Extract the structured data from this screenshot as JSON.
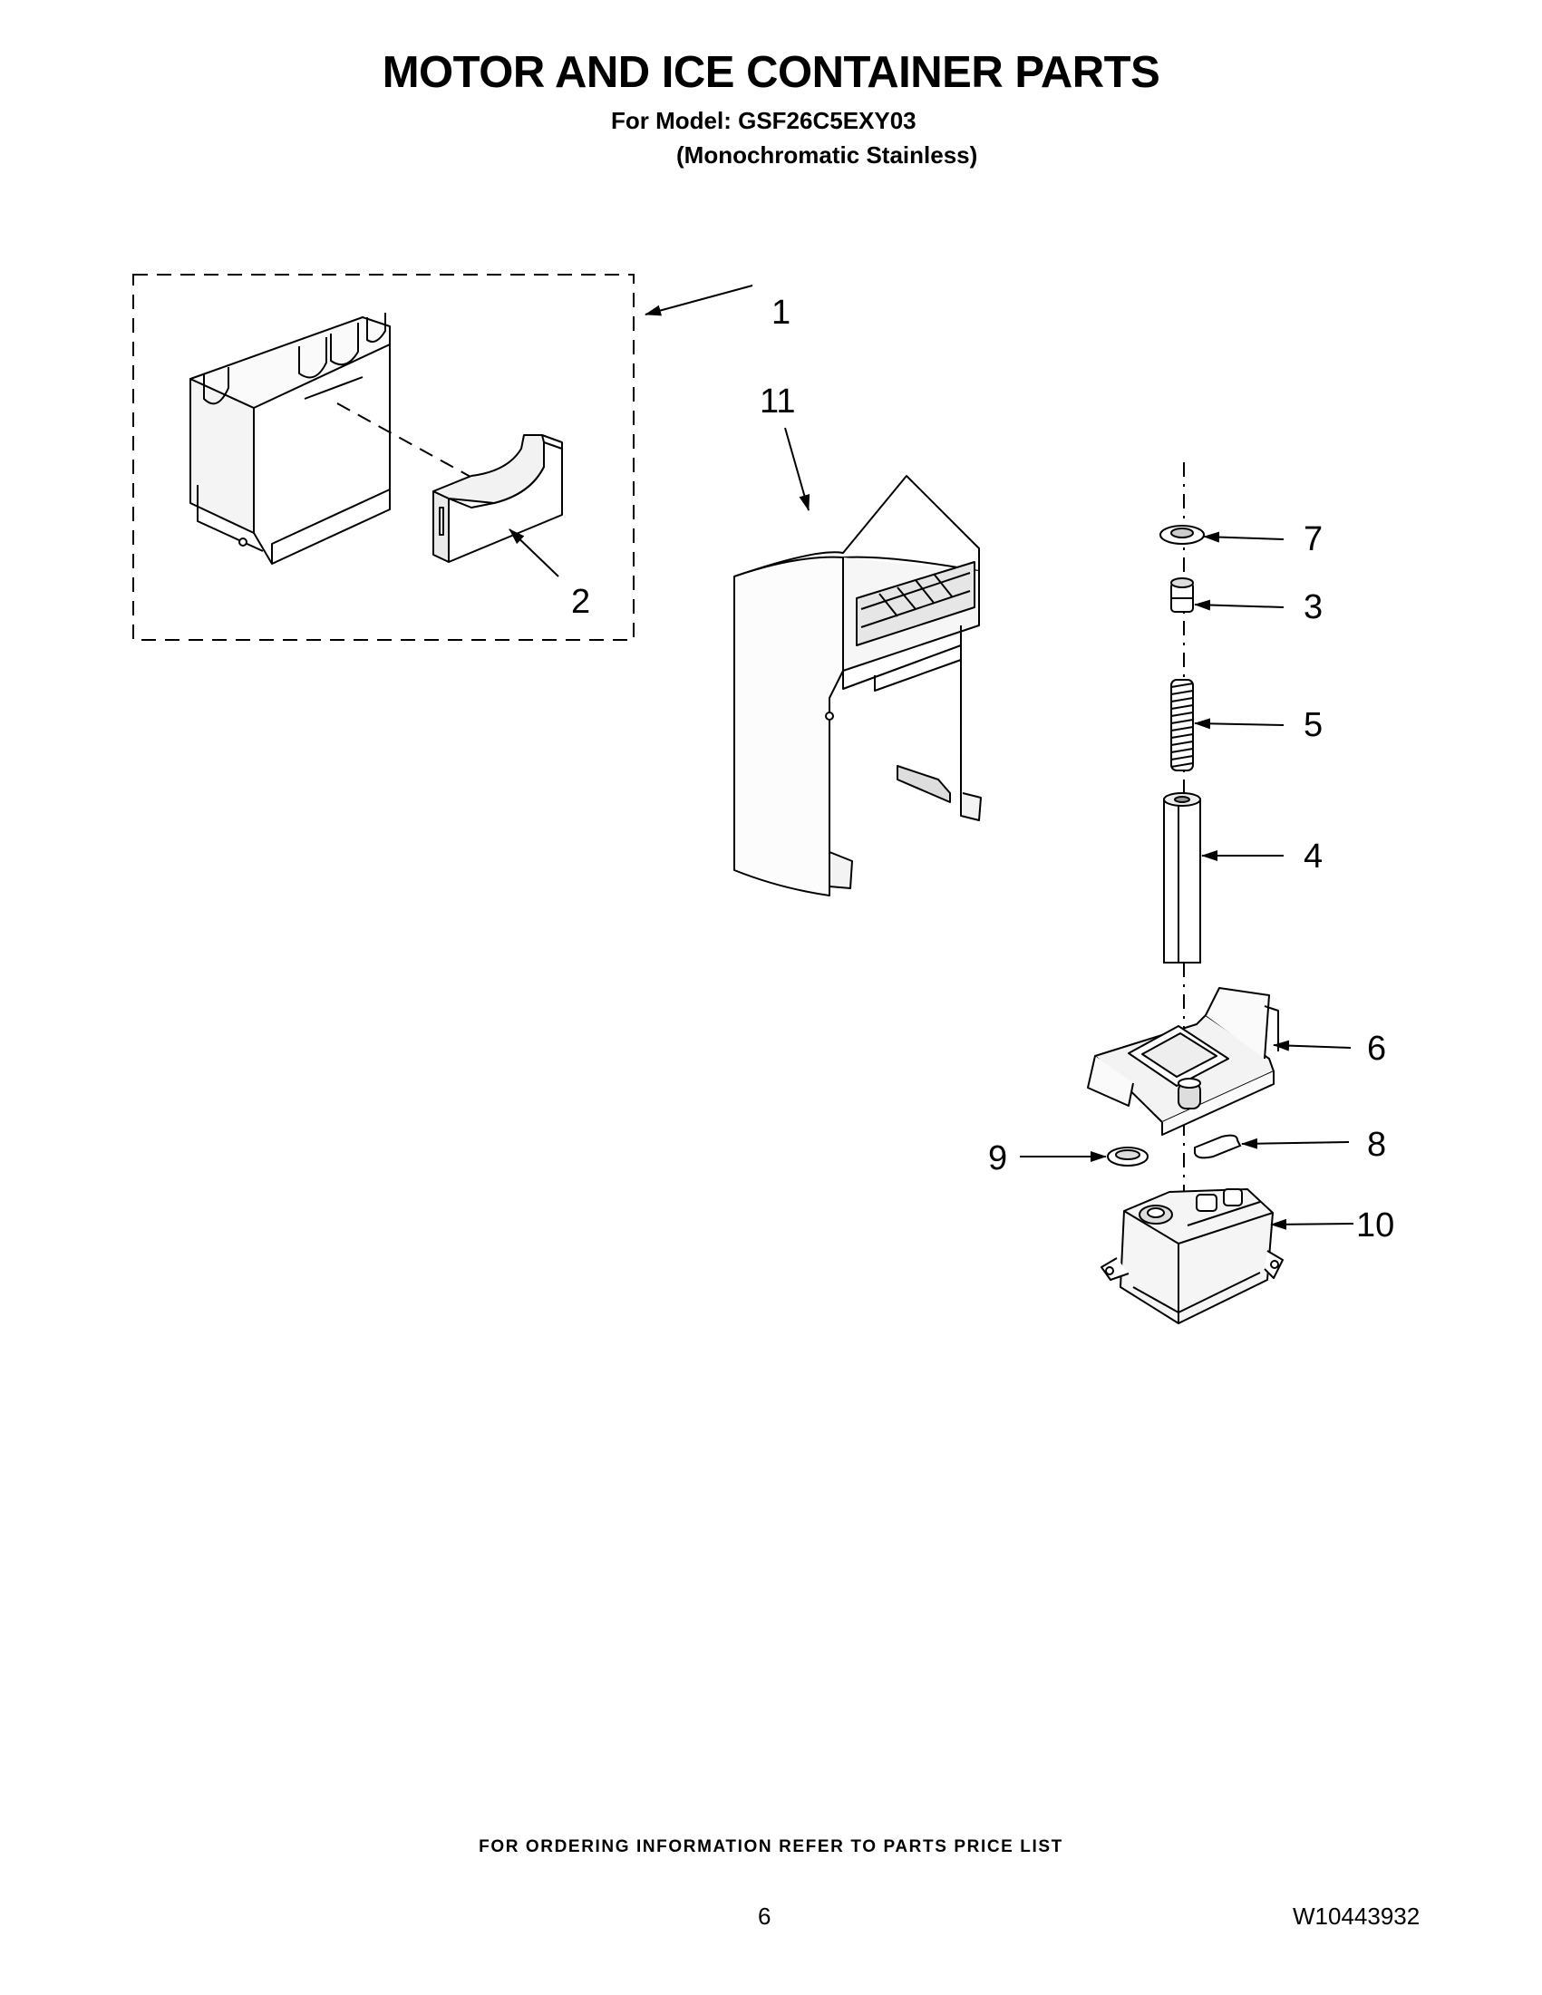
{
  "header": {
    "title": "MOTOR AND ICE CONTAINER PARTS",
    "model_line": "For Model: GSF26C5EXY03",
    "variant_line": "(Monochromatic Stainless)"
  },
  "callouts": [
    "1",
    "2",
    "3",
    "4",
    "5",
    "6",
    "7",
    "8",
    "9",
    "10",
    "11"
  ],
  "footer": {
    "ordering_note": "FOR ORDERING INFORMATION REFER TO PARTS PRICE LIST",
    "page_number": "6",
    "document_number": "W10443932"
  }
}
